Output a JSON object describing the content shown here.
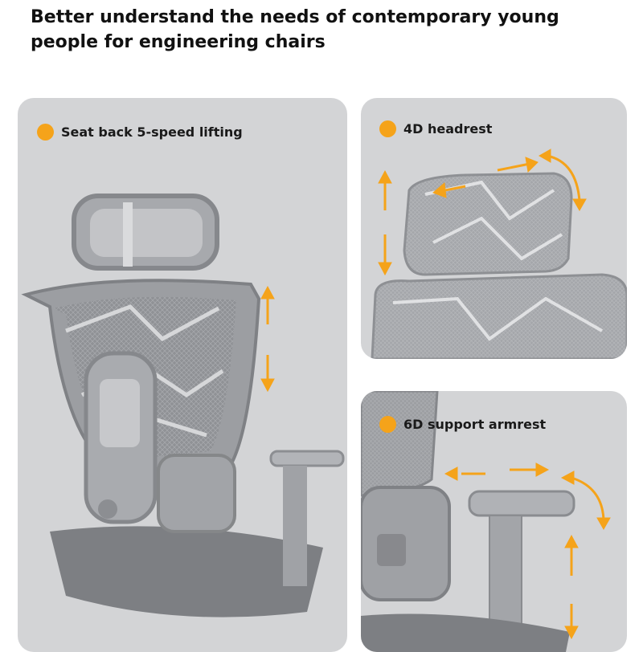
{
  "headline": {
    "line1": "Better understand the needs of contemporary young",
    "line2": "people for engineering chairs"
  },
  "colors": {
    "accent": "#f5a31a",
    "panel_bg": "#d3d4d6",
    "chair_gray": "#9a9ca0"
  },
  "panels": {
    "left": {
      "label": "Seat back 5-speed lifting",
      "icon": "chair-image"
    },
    "top_right": {
      "label": "4D headrest",
      "icon": "headrest-image"
    },
    "bottom_right": {
      "label": "6D support armrest",
      "icon": "armrest-image"
    }
  }
}
